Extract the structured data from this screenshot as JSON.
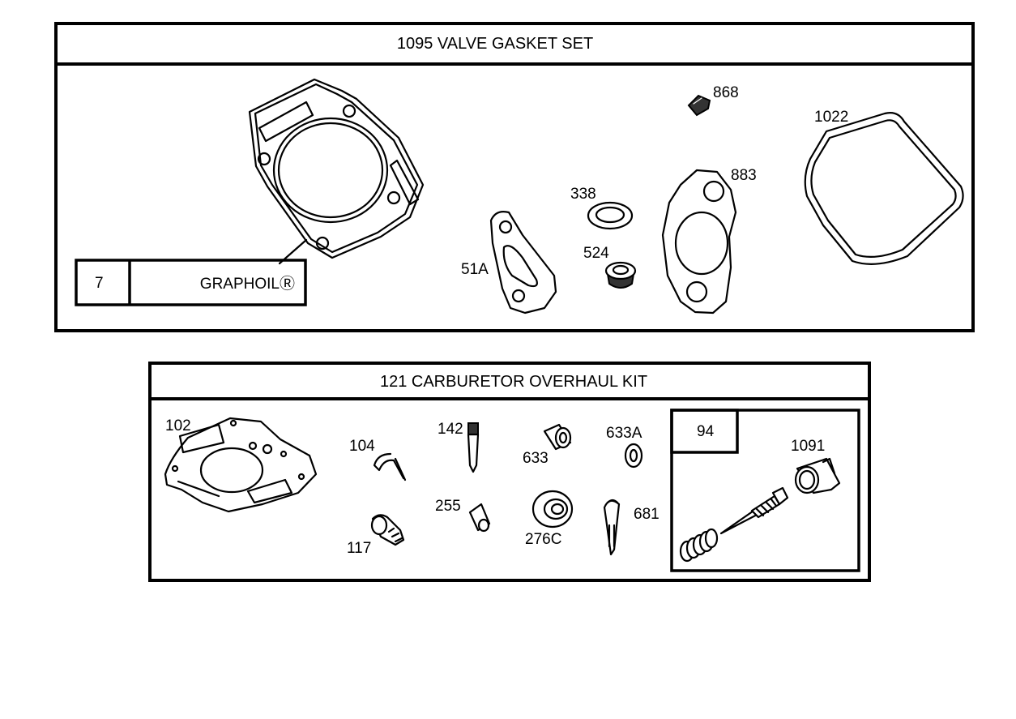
{
  "kits": {
    "valve_gasket": {
      "title": "1095 VALVE GASKET SET",
      "note_number": "7",
      "note_text": "GRAPHOILⓇ",
      "labels": {
        "p868": "868",
        "p1022": "1022",
        "p883": "883",
        "p338": "338",
        "p524": "524",
        "p51a": "51A"
      }
    },
    "carburetor": {
      "title": "121 CARBURETOR OVERHAUL KIT",
      "labels": {
        "p102": "102",
        "p104": "104",
        "p142": "142",
        "p633": "633",
        "p633a": "633A",
        "p117": "117",
        "p255": "255",
        "p276c": "276C",
        "p681": "681"
      },
      "sub_kit": {
        "number": "94",
        "label_1091": "1091"
      }
    }
  }
}
